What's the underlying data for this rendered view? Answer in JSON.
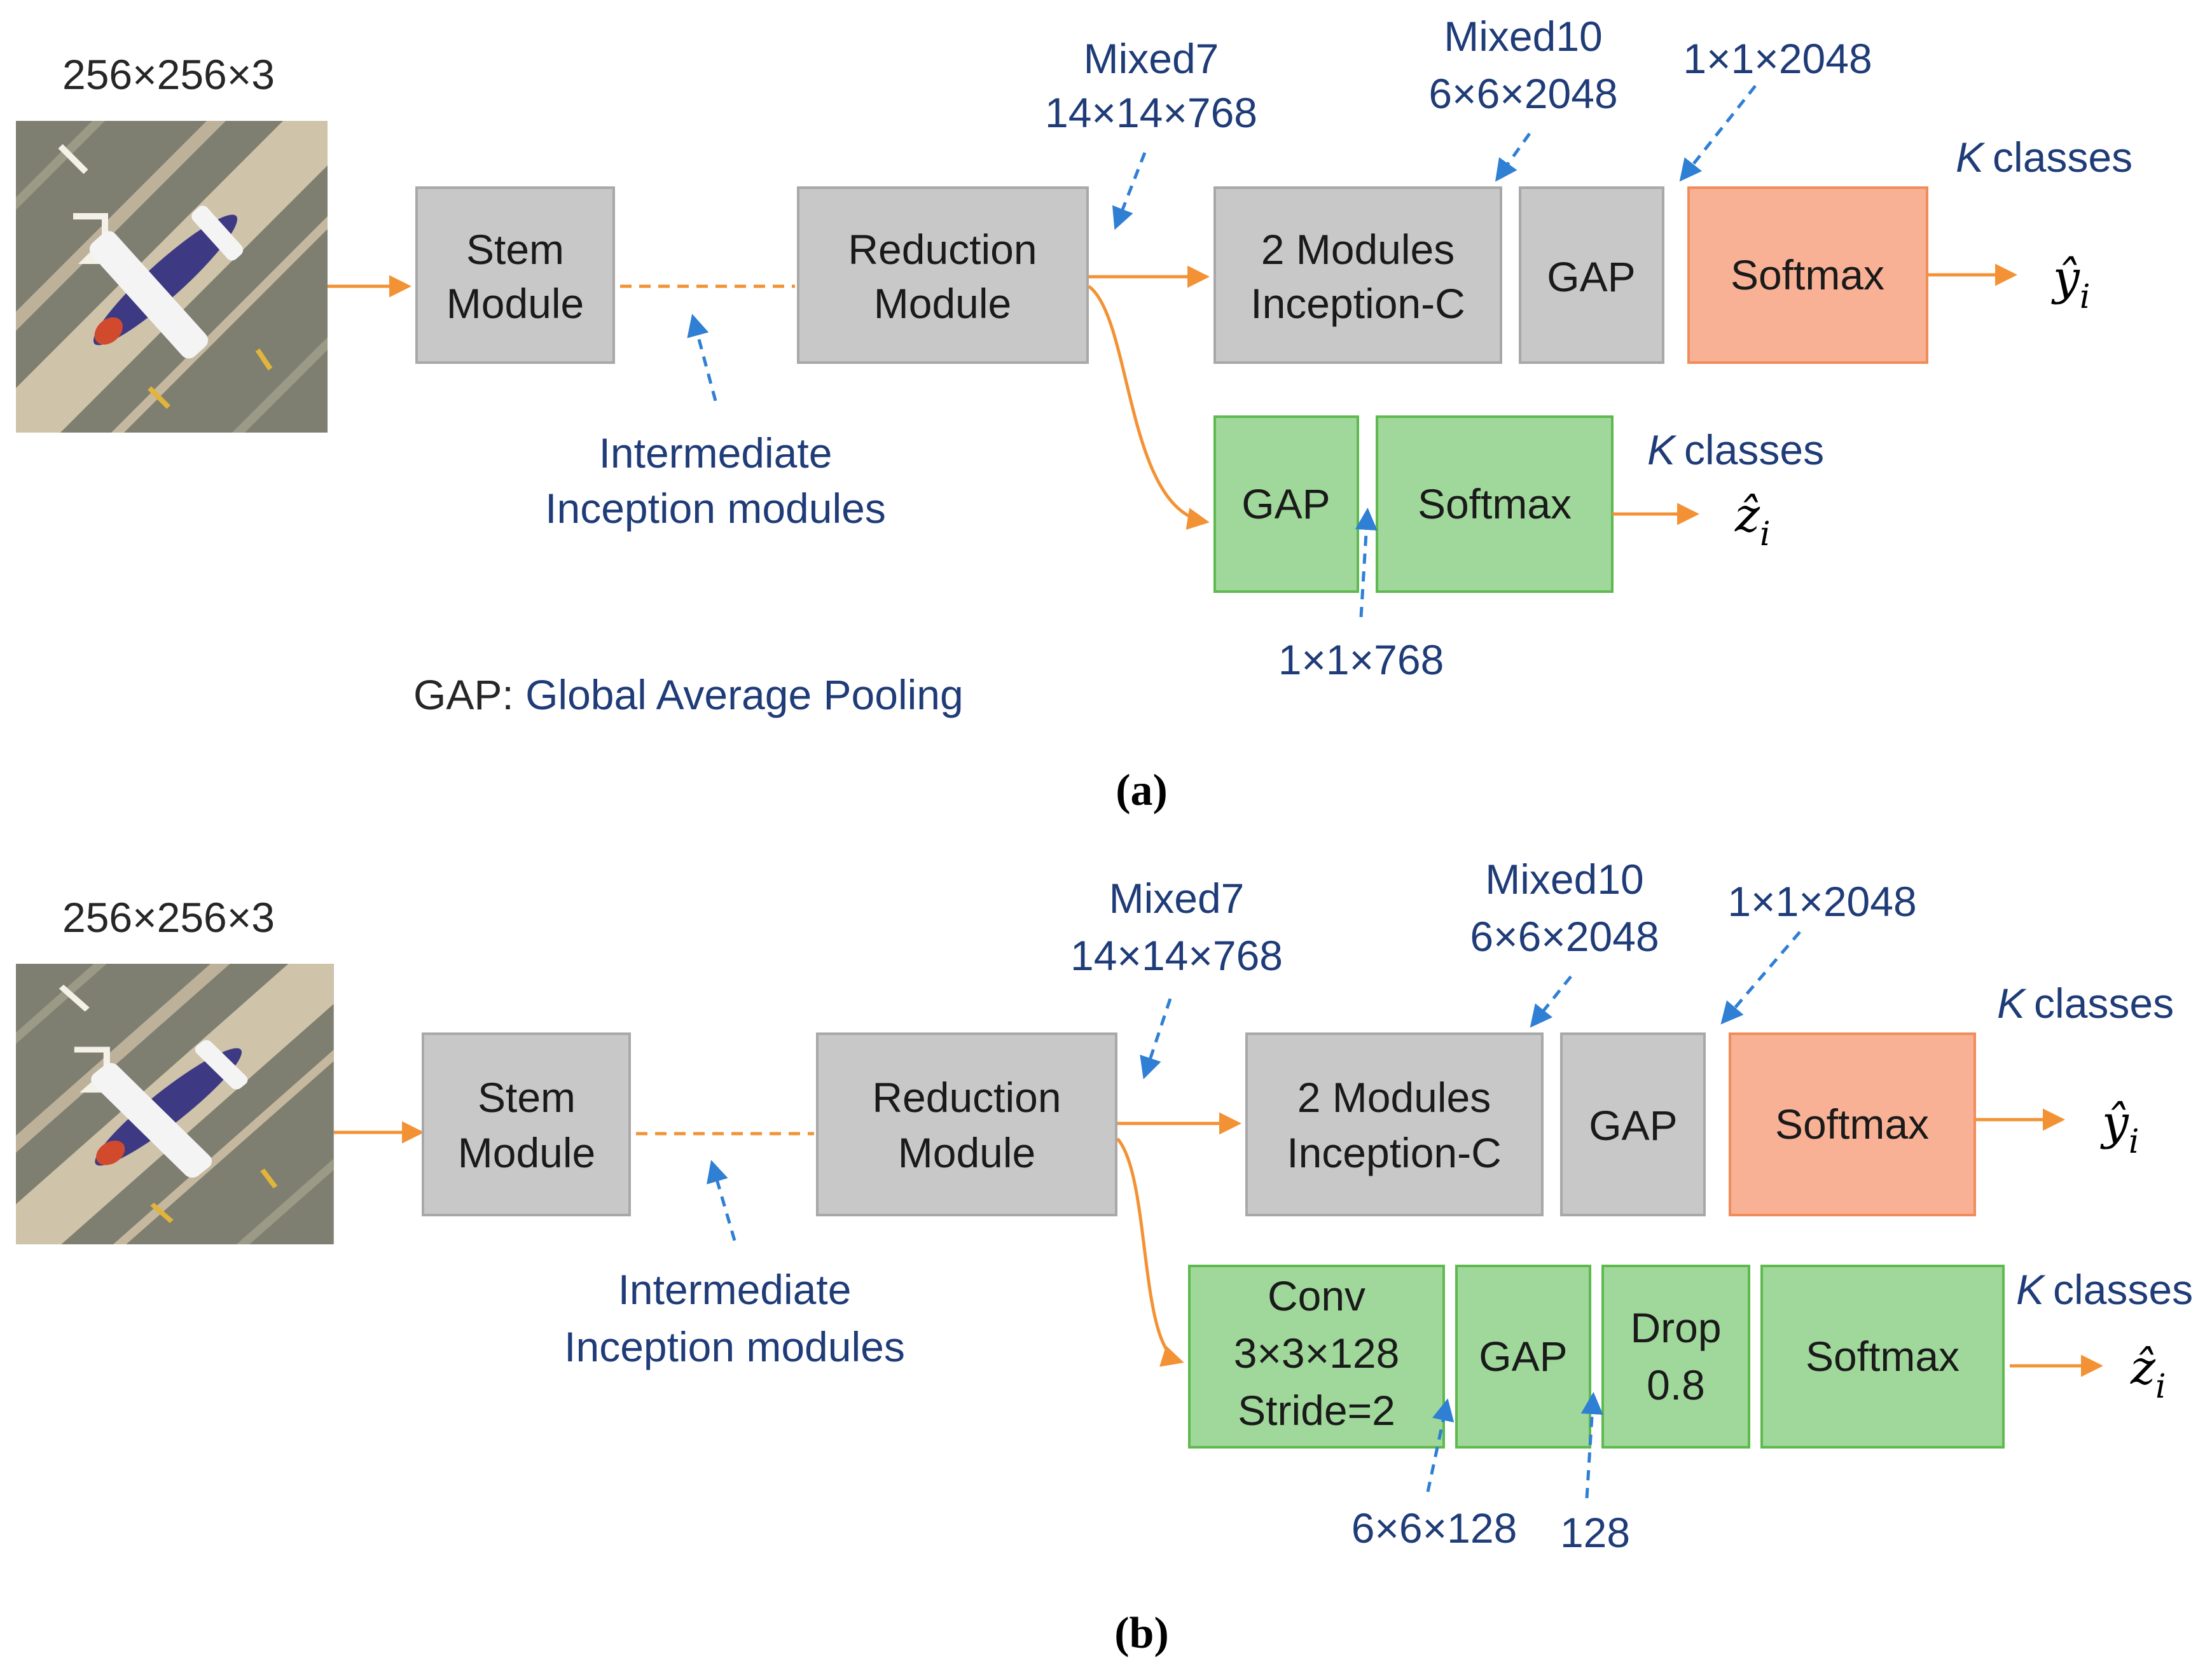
{
  "panel_a": {
    "input_size": "256×256×3",
    "stem": [
      "Stem",
      "Module"
    ],
    "intermediate": [
      "Intermediate",
      "Inception modules"
    ],
    "reduction": [
      "Reduction",
      "Module"
    ],
    "mixed7": [
      "Mixed7",
      "14×14×768"
    ],
    "mixed10": [
      "Mixed10",
      "6×6×2048"
    ],
    "gap_out": "1×1×2048",
    "inception_c": [
      "2 Modules",
      "Inception-C"
    ],
    "gap": "GAP",
    "softmax": "Softmax",
    "k_classes_main": "classes",
    "k_classes_aux": "classes",
    "k_symbol": "K",
    "y_hat": "ŷ",
    "z_hat": "ẑ",
    "subscript": "i",
    "aux_gap": "GAP",
    "aux_softmax": "Softmax",
    "aux_size": "1×1×768",
    "legend_prefix": "GAP: ",
    "legend_text": "Global Average Pooling",
    "caption": "(a)"
  },
  "panel_b": {
    "input_size": "256×256×3",
    "stem": [
      "Stem",
      "Module"
    ],
    "intermediate": [
      "Intermediate",
      "Inception modules"
    ],
    "reduction": [
      "Reduction",
      "Module"
    ],
    "mixed7": [
      "Mixed7",
      "14×14×768"
    ],
    "mixed10": [
      "Mixed10",
      "6×6×2048"
    ],
    "gap_out": "1×1×2048",
    "inception_c": [
      "2 Modules",
      "Inception-C"
    ],
    "gap": "GAP",
    "softmax": "Softmax",
    "k_classes_main": "classes",
    "k_classes_aux": "classes",
    "k_symbol": "K",
    "y_hat": "ŷ",
    "z_hat": "ẑ",
    "subscript": "i",
    "aux_conv": [
      "Conv",
      "3×3×128",
      "Stride=2"
    ],
    "aux_gap": "GAP",
    "aux_drop": [
      "Drop",
      "0.8"
    ],
    "aux_softmax": "Softmax",
    "aux_size_conv": "6×6×128",
    "aux_size_gap": "128",
    "caption": "(b)"
  },
  "colors": {
    "gray_box": "#c8c8c8",
    "salmon_box": "#f8b195",
    "green_box": "#9fd89a",
    "orange_arrow": "#f39234",
    "blue_annotation": "#2f7fd4",
    "blue_text": "#1f3c78"
  }
}
